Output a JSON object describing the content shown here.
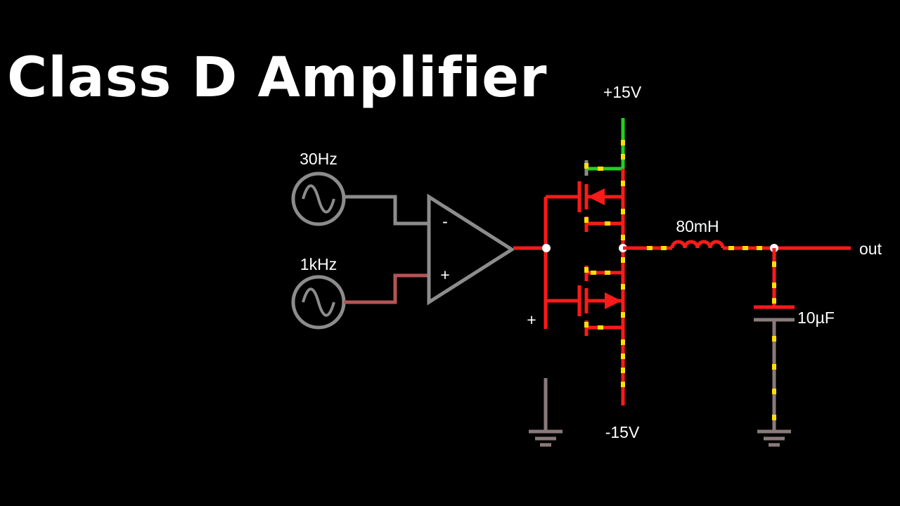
{
  "title": "Class D Amplifier",
  "sources": {
    "low_freq": "30Hz",
    "high_freq": "1kHz"
  },
  "opamp": {
    "minus": "-",
    "plus": "+"
  },
  "supply": {
    "positive": "+15V",
    "negative": "-15V"
  },
  "bias_plus": "+",
  "inductor": "80mH",
  "capacitor": "10µF",
  "output": "out",
  "colors": {
    "hot": "#ff1a1a",
    "current_dot": "#ffe000",
    "neutral": "#8c8c8c",
    "positive_rail": "#22d022"
  }
}
